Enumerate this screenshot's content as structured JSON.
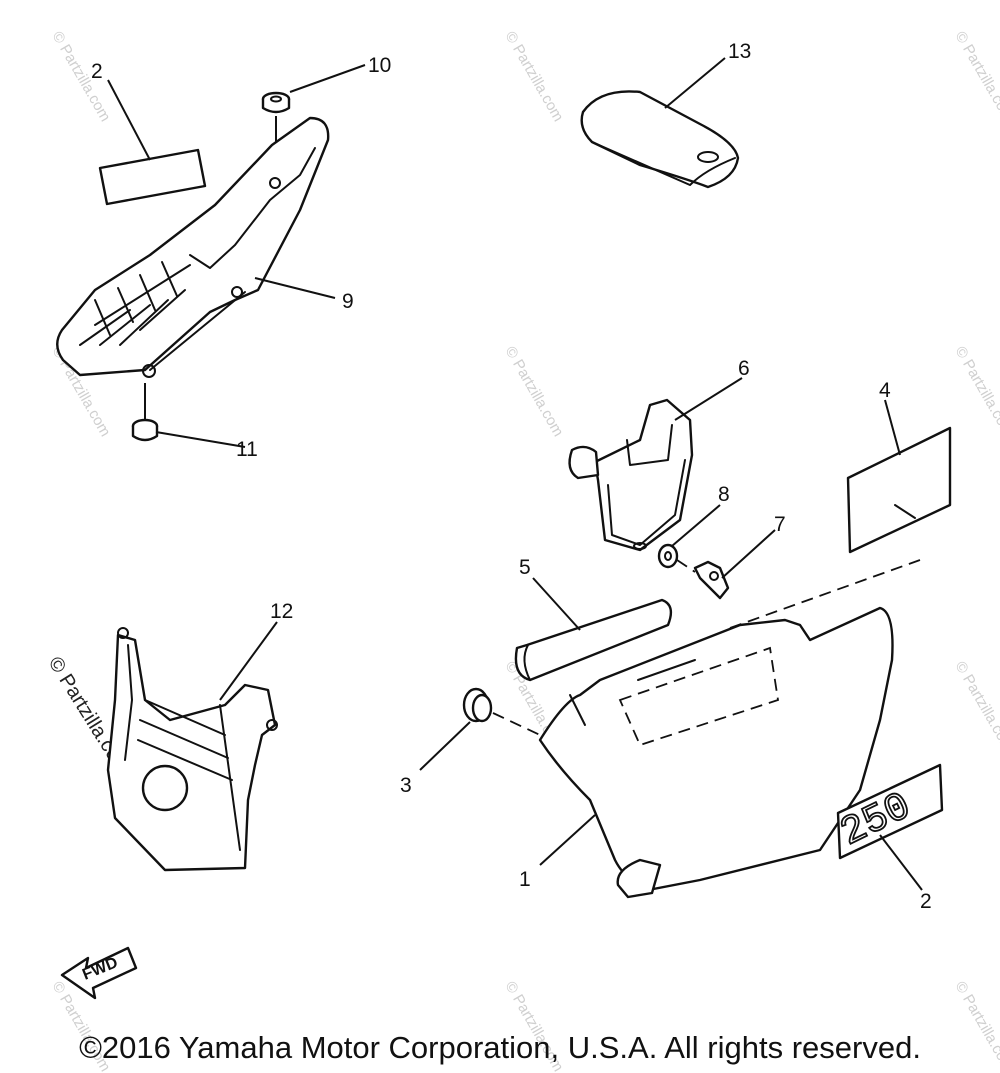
{
  "diagram": {
    "callouts": [
      {
        "id": "c1",
        "label": "1"
      },
      {
        "id": "c2a",
        "label": "2"
      },
      {
        "id": "c2b",
        "label": "2"
      },
      {
        "id": "c3",
        "label": "3"
      },
      {
        "id": "c4",
        "label": "4"
      },
      {
        "id": "c5",
        "label": "5"
      },
      {
        "id": "c6",
        "label": "6"
      },
      {
        "id": "c7",
        "label": "7"
      },
      {
        "id": "c8",
        "label": "8"
      },
      {
        "id": "c9",
        "label": "9"
      },
      {
        "id": "c10",
        "label": "10"
      },
      {
        "id": "c11",
        "label": "11"
      },
      {
        "id": "c12",
        "label": "12"
      },
      {
        "id": "c13",
        "label": "13"
      }
    ],
    "decal_text": "250",
    "fwd_label": "FWD",
    "watermark": "© Partzilla.com"
  },
  "footer": {
    "copyright": "©2016 Yamaha Motor Corporation, U.S.A. All rights reserved."
  }
}
